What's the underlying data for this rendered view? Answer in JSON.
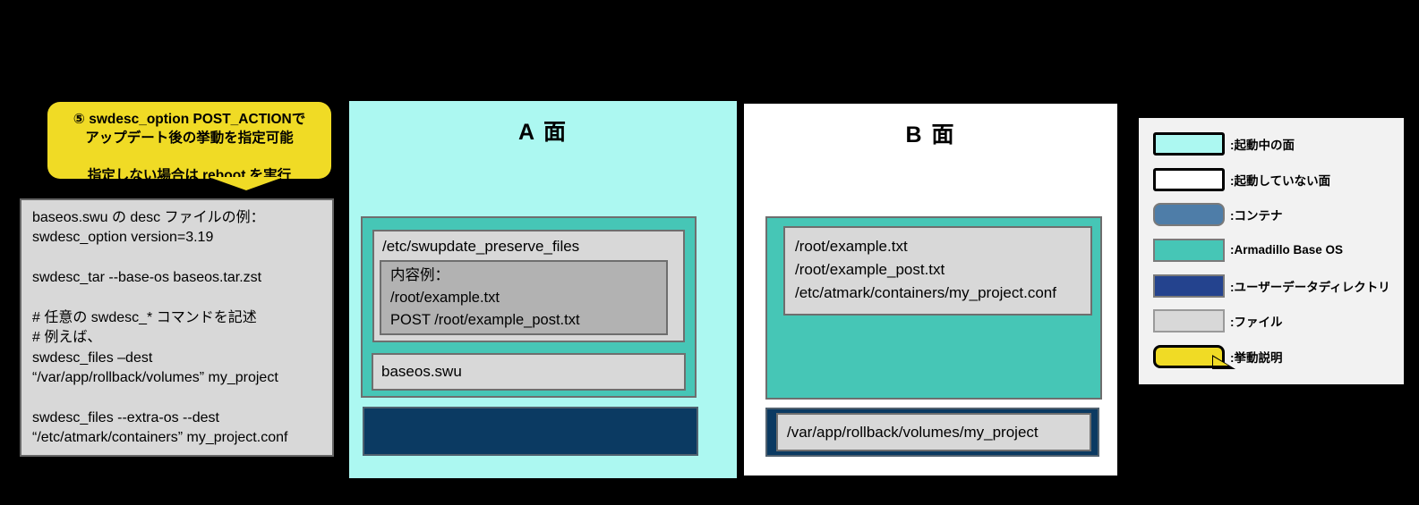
{
  "callout": {
    "lines": [
      "⑤ swdesc_option POST_ACTIONで",
      "アップデート後の挙動を指定可能",
      "",
      "指定しない場合は reboot を実行"
    ]
  },
  "code_box": {
    "lines": [
      "baseos.swu の desc ファイルの例：",
      "swdesc_option version=3.19",
      "",
      "swdesc_tar --base-os baseos.tar.zst",
      "",
      "# 任意の swdesc_* コマンドを記述",
      "# 例えば、",
      "swdesc_files –dest",
      "“/var/app/rollback/volumes”  my_project",
      "",
      "swdesc_files --extra-os --dest",
      "“/etc/atmark/containers” my_project.conf"
    ]
  },
  "side_a": {
    "title": "A 面",
    "preserve_file": {
      "path": "/etc/swupdate_preserve_files",
      "content_lines": [
        "内容例：",
        "/root/example.txt",
        "POST /root/example_post.txt"
      ]
    },
    "swu_file": "baseos.swu"
  },
  "side_b": {
    "title": "B 面",
    "files": [
      "/root/example.txt",
      "/root/example_post.txt",
      "/etc/atmark/containers/my_project.conf"
    ],
    "user_data_dir": "/var/app/rollback/volumes/my_project"
  },
  "legend": {
    "items": [
      {
        "swatch": "active-side",
        "label": ":起動中の面"
      },
      {
        "swatch": "inactive-side",
        "label": ":起動していない面"
      },
      {
        "swatch": "container",
        "label": ":コンテナ"
      },
      {
        "swatch": "armadillo-base-os",
        "label": ":Armadillo Base OS"
      },
      {
        "swatch": "user-data-directory",
        "label": ":ユーザーデータディレクトリ"
      },
      {
        "swatch": "file",
        "label": ":ファイル"
      },
      {
        "swatch": "behavior-note",
        "label": ":挙動説明"
      }
    ]
  },
  "colors": {
    "background": "#000000",
    "active_side_bg": "#ACF8F1",
    "inactive_side_bg": "#FFFFFF",
    "armadillo_base_os": "#46C6B6",
    "user_data_directory_panel": "#0B3A62",
    "user_data_directory_legend": "#24438E",
    "container": "#4E7DA8",
    "file": "#D8D8D8",
    "file_inner": "#B2B2B2",
    "behavior_callout": "#F0DB25",
    "legend_bg": "#F2F2F2"
  }
}
